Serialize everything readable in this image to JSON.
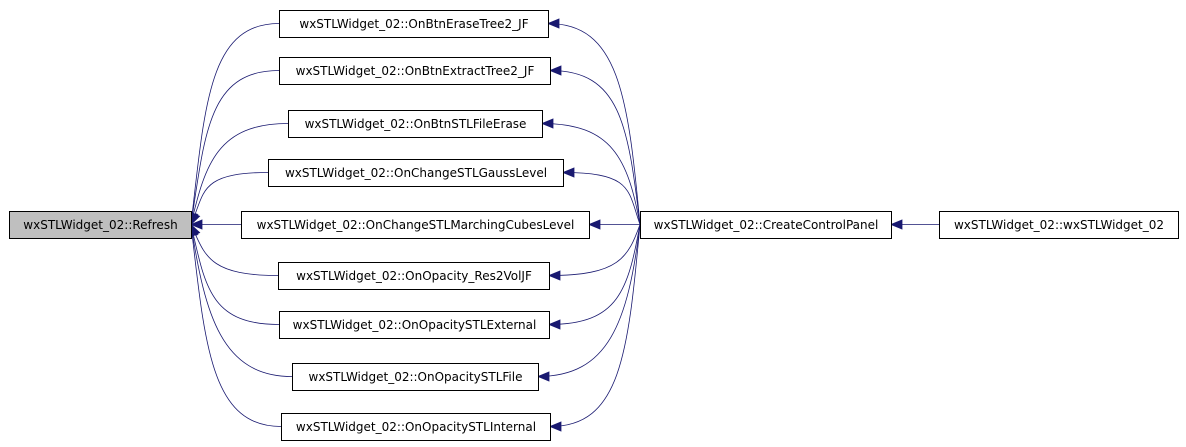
{
  "colors": {
    "edge": "#191970",
    "node_fill": "#ffffff",
    "highlight_fill": "#bfbfbf",
    "border": "#000000"
  },
  "nodes": [
    {
      "id": "refresh",
      "label": "wxSTLWidget_02::Refresh",
      "highlighted": true
    },
    {
      "id": "erase_tree2",
      "label": "wxSTLWidget_02::OnBtnEraseTree2_JF",
      "highlighted": false
    },
    {
      "id": "extract_tree2",
      "label": "wxSTLWidget_02::OnBtnExtractTree2_JF",
      "highlighted": false
    },
    {
      "id": "stl_file_erase",
      "label": "wxSTLWidget_02::OnBtnSTLFileErase",
      "highlighted": false
    },
    {
      "id": "gauss_level",
      "label": "wxSTLWidget_02::OnChangeSTLGaussLevel",
      "highlighted": false
    },
    {
      "id": "marching_cubes",
      "label": "wxSTLWidget_02::OnChangeSTLMarchingCubesLevel",
      "highlighted": false
    },
    {
      "id": "opacity_res2vol",
      "label": "wxSTLWidget_02::OnOpacity_Res2VolJF",
      "highlighted": false
    },
    {
      "id": "opacity_external",
      "label": "wxSTLWidget_02::OnOpacitySTLExternal",
      "highlighted": false
    },
    {
      "id": "opacity_file",
      "label": "wxSTLWidget_02::OnOpacitySTLFile",
      "highlighted": false
    },
    {
      "id": "opacity_internal",
      "label": "wxSTLWidget_02::OnOpacitySTLInternal",
      "highlighted": false
    },
    {
      "id": "create_control_panel",
      "label": "wxSTLWidget_02::CreateControlPanel",
      "highlighted": false
    },
    {
      "id": "constructor",
      "label": "wxSTLWidget_02::wxSTLWidget_02",
      "highlighted": false
    }
  ],
  "edges": [
    {
      "from": "erase_tree2",
      "to": "refresh"
    },
    {
      "from": "extract_tree2",
      "to": "refresh"
    },
    {
      "from": "stl_file_erase",
      "to": "refresh"
    },
    {
      "from": "gauss_level",
      "to": "refresh"
    },
    {
      "from": "marching_cubes",
      "to": "refresh"
    },
    {
      "from": "opacity_res2vol",
      "to": "refresh"
    },
    {
      "from": "opacity_external",
      "to": "refresh"
    },
    {
      "from": "opacity_file",
      "to": "refresh"
    },
    {
      "from": "opacity_internal",
      "to": "refresh"
    },
    {
      "from": "create_control_panel",
      "to": "erase_tree2"
    },
    {
      "from": "create_control_panel",
      "to": "extract_tree2"
    },
    {
      "from": "create_control_panel",
      "to": "stl_file_erase"
    },
    {
      "from": "create_control_panel",
      "to": "gauss_level"
    },
    {
      "from": "create_control_panel",
      "to": "marching_cubes"
    },
    {
      "from": "create_control_panel",
      "to": "opacity_res2vol"
    },
    {
      "from": "create_control_panel",
      "to": "opacity_external"
    },
    {
      "from": "create_control_panel",
      "to": "opacity_file"
    },
    {
      "from": "create_control_panel",
      "to": "opacity_internal"
    },
    {
      "from": "constructor",
      "to": "create_control_panel"
    }
  ]
}
